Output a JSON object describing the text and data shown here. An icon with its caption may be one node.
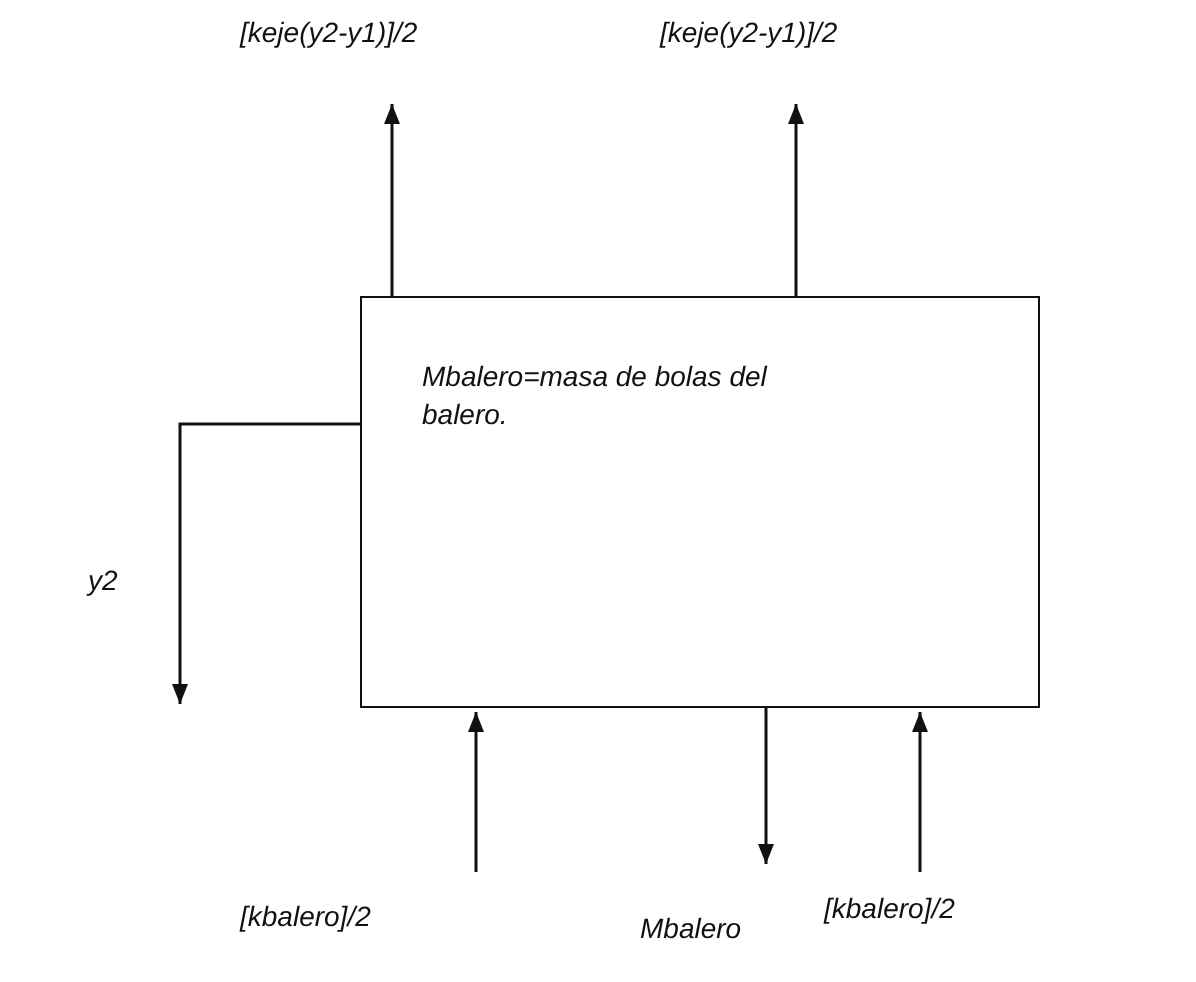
{
  "diagram": {
    "nodes": [
      {
        "text": [
          "Mbalero=masa de bolas del balero."
        ]
      }
    ],
    "labels": [
      "[keje(y2-y1)]/2",
      "[keje(y2-y1)]/2",
      "y2",
      "[kbalero]/2",
      "Mbalero",
      "[kbalero]/2"
    ]
  }
}
